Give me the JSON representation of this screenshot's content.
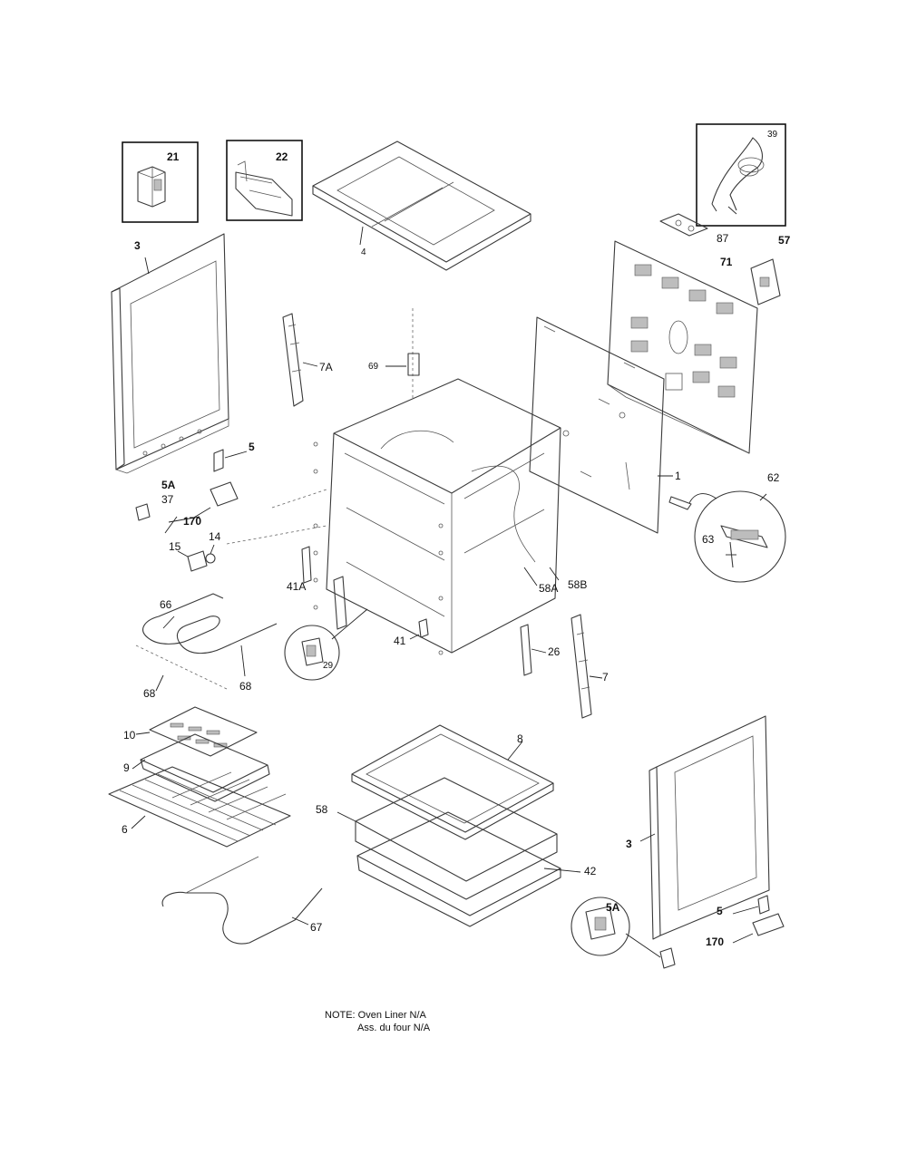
{
  "callouts": {
    "p21": "21",
    "p22": "22",
    "p4": "4",
    "p39": "39",
    "p87": "87",
    "p57": "57",
    "p71": "71",
    "p3_left": "3",
    "p7A": "7A",
    "p69": "69",
    "p5_left": "5",
    "p5A_left": "5A",
    "p37": "37",
    "p170_left": "170",
    "p15": "15",
    "p14": "14",
    "p1": "1",
    "p62": "62",
    "p63": "63",
    "p41A": "41A",
    "p58A": "58A",
    "p58B": "58B",
    "p66": "66",
    "p29": "29",
    "p41": "41",
    "p26": "26",
    "p7": "7",
    "p68_a": "68",
    "p68_b": "68",
    "p10": "10",
    "p9": "9",
    "p6": "6",
    "p8": "8",
    "p58": "58",
    "p42": "42",
    "p67": "67",
    "p3_right": "3",
    "p5_right": "5",
    "p5A_right": "5A",
    "p170_right": "170"
  },
  "note": {
    "line1": "NOTE: Oven Liner N/A",
    "line2": "Ass. du four N/A"
  }
}
